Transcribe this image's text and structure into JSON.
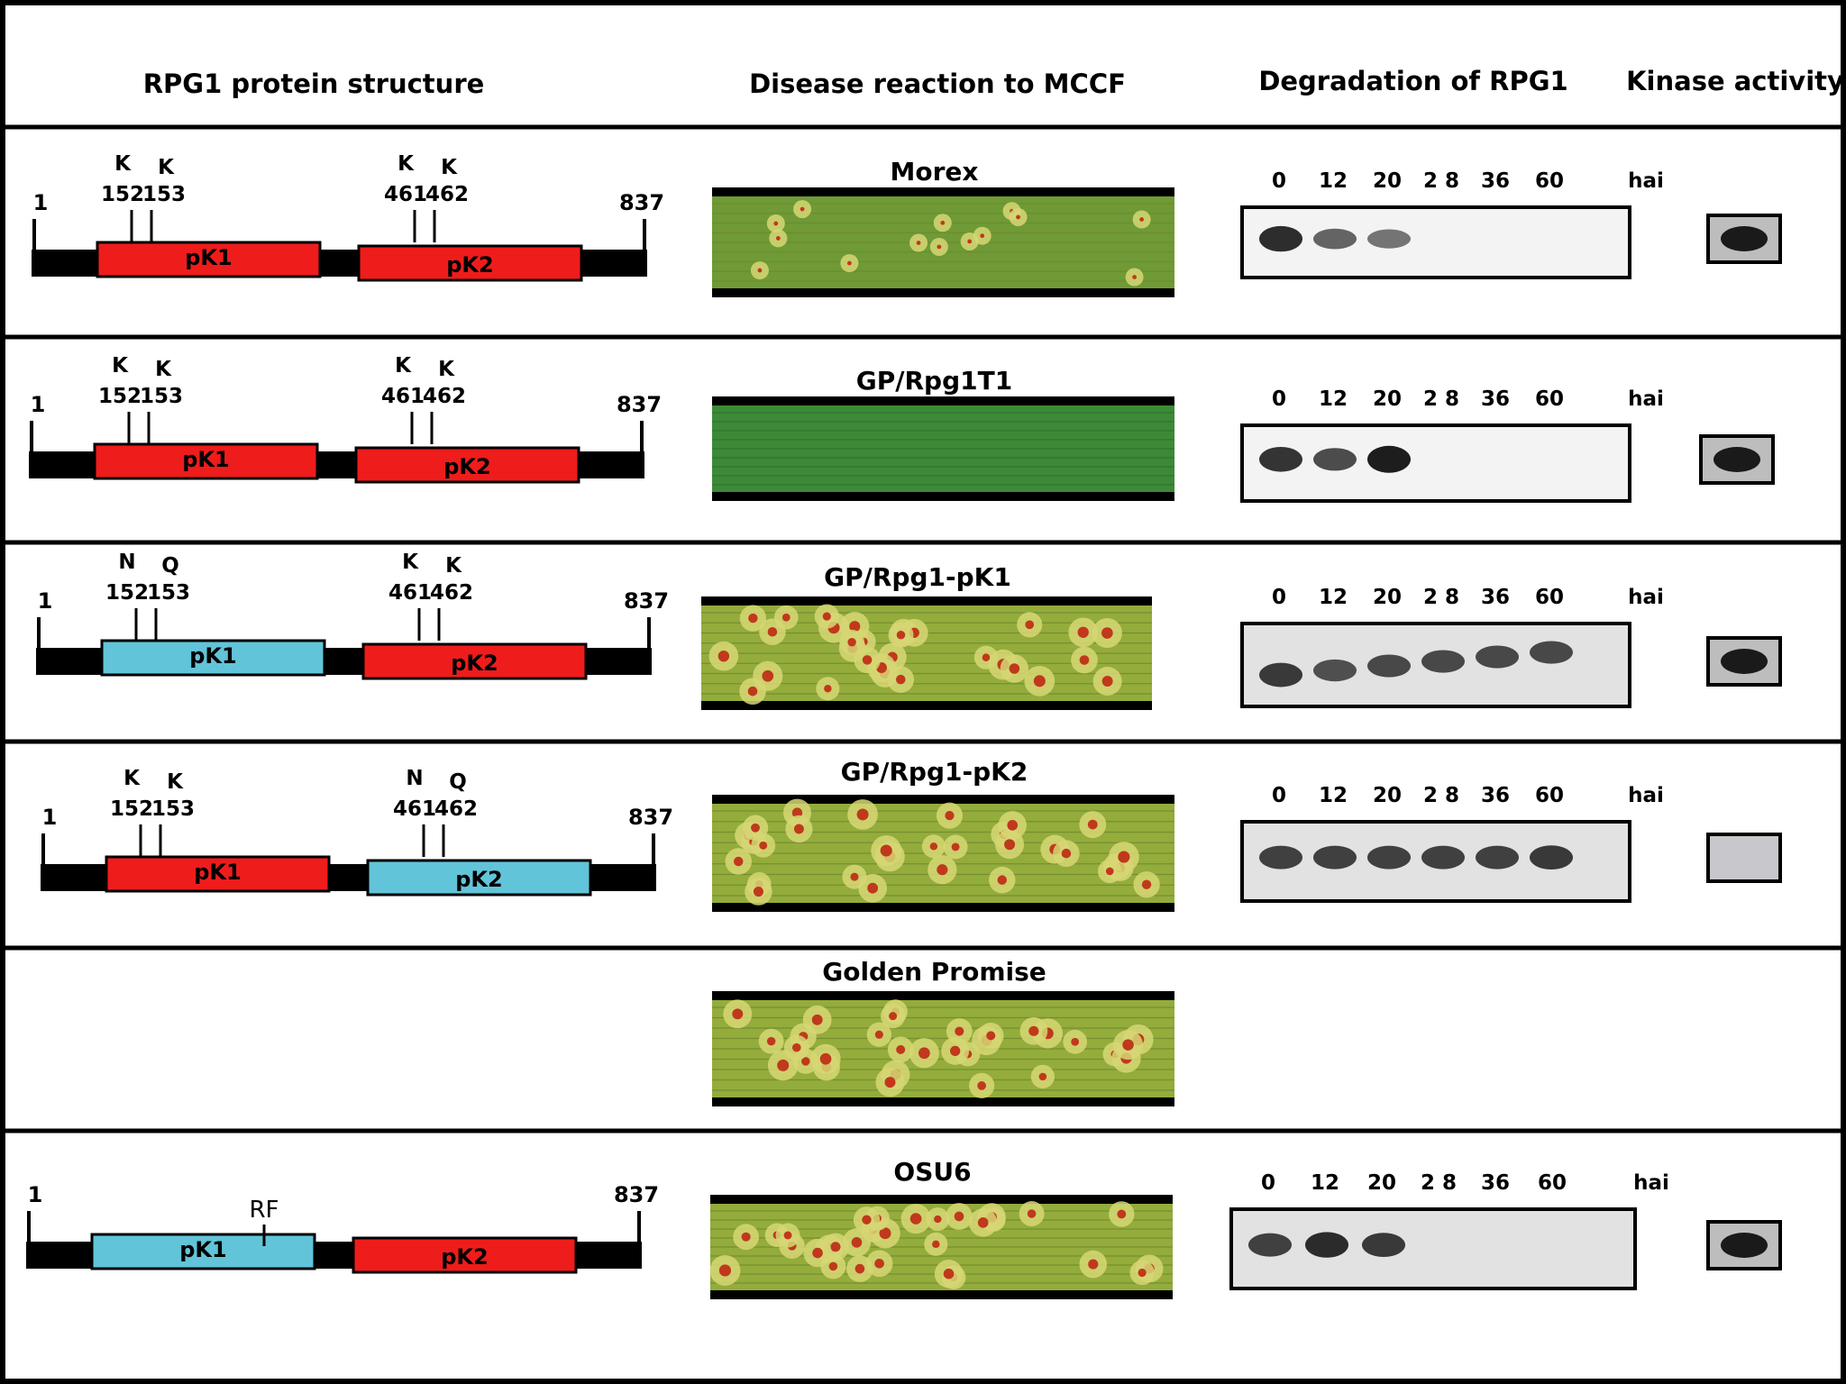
{
  "headers": {
    "structure": "RPG1 protein structure",
    "disease": "Disease reaction to MCCF",
    "degradation": "Degradation of RPG1",
    "kinase": "Kinase activity"
  },
  "timepoints": [
    "0",
    "12",
    "20",
    "2 8",
    "36",
    "60"
  ],
  "time_unit": "hai",
  "domain_labels": {
    "pk1": "pK1",
    "pk2": "pK2"
  },
  "colors": {
    "wild_type_domain": "#ef1c1c",
    "mutant_domain": "#62c4d9",
    "leaf_lesion": "#c0391c"
  },
  "rows": [
    {
      "line": "Morex",
      "structure": {
        "start": "1",
        "end": "837",
        "pk1": "wild",
        "pk2": "wild",
        "sites1": [
          {
            "res": "K",
            "pos": "152"
          },
          {
            "res": "K",
            "pos": "153"
          }
        ],
        "sites2": [
          {
            "res": "K",
            "pos": "461"
          },
          {
            "res": "K",
            "pos": "462"
          }
        ]
      },
      "leaf": "mild",
      "blot_intensity": [
        0.9,
        0.55,
        0.45,
        0,
        0,
        0
      ],
      "kinase": true
    },
    {
      "line": "GP/Rpg1T1",
      "structure": {
        "start": "1",
        "end": "837",
        "pk1": "wild",
        "pk2": "wild",
        "sites1": [
          {
            "res": "K",
            "pos": "152"
          },
          {
            "res": "K",
            "pos": "153"
          }
        ],
        "sites2": [
          {
            "res": "K",
            "pos": "461"
          },
          {
            "res": "K",
            "pos": "462"
          }
        ]
      },
      "leaf": "resistant",
      "blot_intensity": [
        0.85,
        0.7,
        1.0,
        0,
        0,
        0
      ],
      "kinase": true
    },
    {
      "line": "GP/Rpg1-pK1",
      "structure": {
        "start": "1",
        "end": "837",
        "pk1": "mutant",
        "pk2": "wild",
        "sites1": [
          {
            "res": "N",
            "pos": "152"
          },
          {
            "res": "Q",
            "pos": "153"
          }
        ],
        "sites2": [
          {
            "res": "K",
            "pos": "461"
          },
          {
            "res": "K",
            "pos": "462"
          }
        ]
      },
      "leaf": "susceptible",
      "blot_intensity": [
        0.8,
        0.65,
        0.7,
        0.7,
        0.7,
        0.7
      ],
      "kinase": true
    },
    {
      "line": "GP/Rpg1-pK2",
      "structure": {
        "start": "1",
        "end": "837",
        "pk1": "wild",
        "pk2": "mutant",
        "sites1": [
          {
            "res": "K",
            "pos": "152"
          },
          {
            "res": "K",
            "pos": "153"
          }
        ],
        "sites2": [
          {
            "res": "N",
            "pos": "461"
          },
          {
            "res": "Q",
            "pos": "462"
          }
        ]
      },
      "leaf": "susceptible",
      "blot_intensity": [
        0.75,
        0.75,
        0.75,
        0.75,
        0.75,
        0.8
      ],
      "kinase": false
    },
    {
      "line": "Golden Promise",
      "structure": null,
      "leaf": "susceptible",
      "blot_intensity": null,
      "kinase": null
    },
    {
      "line": "OSU6",
      "structure": {
        "start": "1",
        "end": "837",
        "pk1": "mutant",
        "pk2": "wild",
        "sites1": [],
        "sites2": [],
        "mark": "RF"
      },
      "leaf": "susceptible",
      "blot_intensity": [
        0.75,
        0.9,
        0.8,
        0,
        0,
        0
      ],
      "kinase": true
    }
  ]
}
